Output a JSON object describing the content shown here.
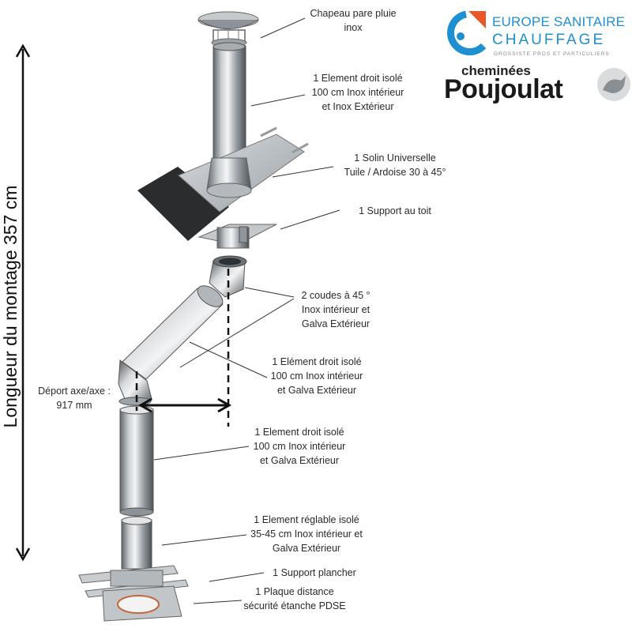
{
  "vertical_label": "Longueur du montage  357 cm",
  "deport_label": {
    "line1": "Déport axe/axe :",
    "line2": "917 mm"
  },
  "callouts": {
    "chapeau": [
      "Chapeau pare pluie",
      "inox"
    ],
    "element_top": [
      "1 Element droit isolé",
      "100 cm Inox intérieur",
      "et Inox Extérieur"
    ],
    "solin": [
      "1 Solin Universelle",
      "Tuile / Ardoise 30 à 45°"
    ],
    "support_toit": [
      "1 Support au toit"
    ],
    "coudes": [
      "2 coudes à 45 °",
      "Inox intérieur et",
      "Galva Extérieur"
    ],
    "element_incline": [
      "1 Elément droit isolé",
      "100 cm Inox intérieur",
      "et Galva Extérieur"
    ],
    "element_bas": [
      "1 Element droit isolé",
      "100 cm Inox intérieur",
      "et Galva Extérieur"
    ],
    "element_reglable": [
      "1 Element réglable isolé",
      "35-45 cm Inox intérieur et",
      "Galva Extérieur"
    ],
    "support_plancher": [
      "1 Support plancher"
    ],
    "plaque": [
      "1 Plaque distance",
      "sécurité étanche PDSE"
    ]
  },
  "logos": {
    "europe_sanitaire": {
      "line1": "EUROPE SANITAIRE",
      "line2": "CHAUFFAGE",
      "tagline": "GROSSISTE PROS ET PARTICULIERS"
    },
    "poujoulat": {
      "line1": "cheminées",
      "line2": "Poujoulat"
    }
  },
  "colors": {
    "brand_blue": "#1e8fd0",
    "brand_orange": "#e8562a",
    "steel_dark": "#6d7378",
    "steel_light": "#e6e8ea"
  }
}
